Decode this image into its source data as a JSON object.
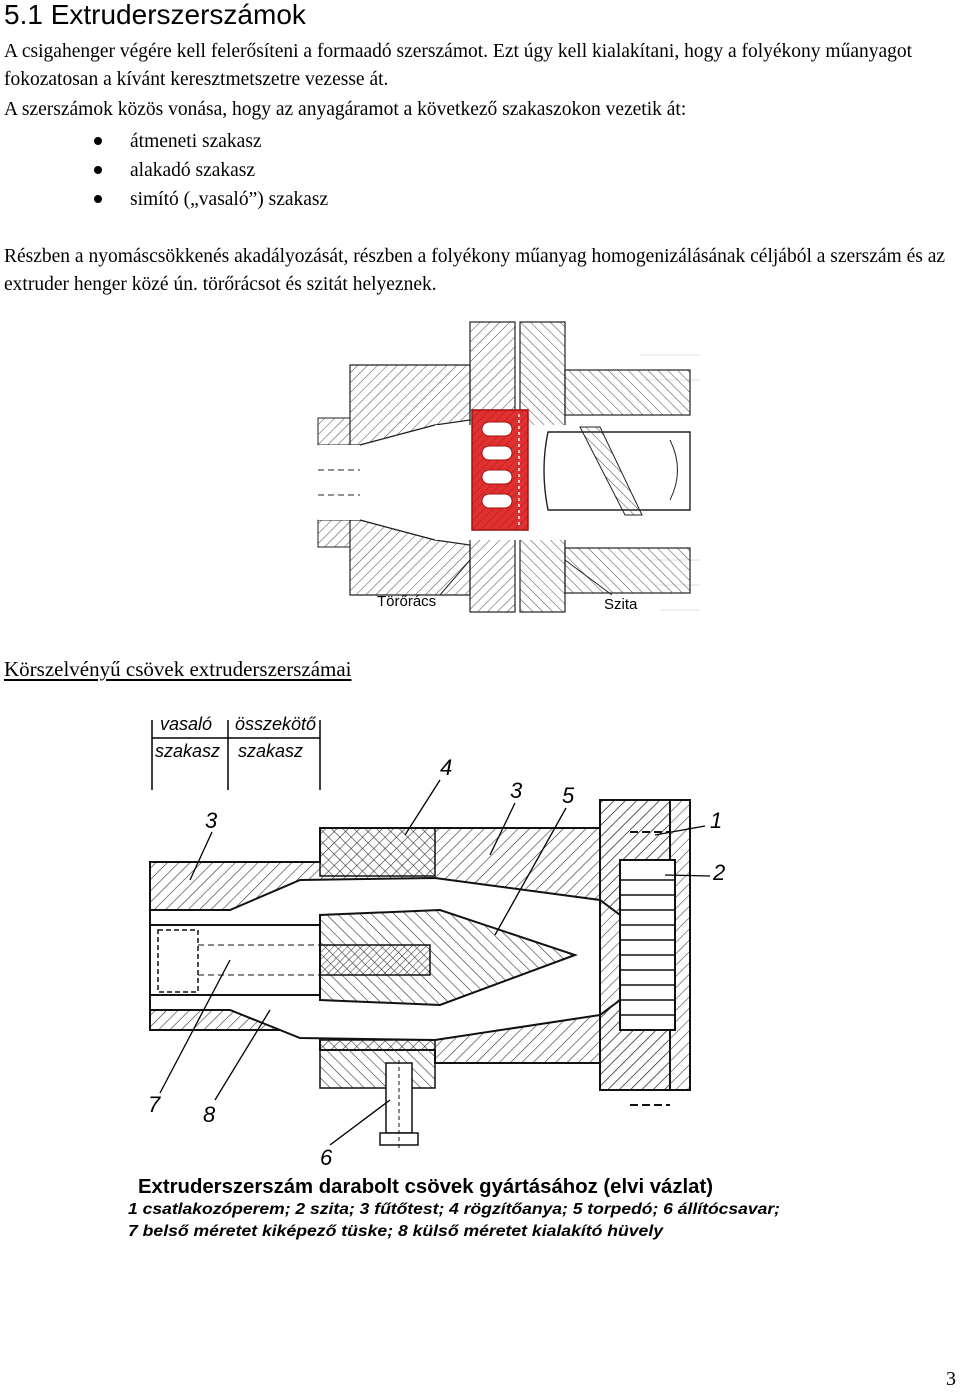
{
  "heading": "5.1 Extruderszerszámok",
  "intro_paragraph": "A csigahenger végére kell felerősíteni a formaadó szerszámot. Ezt úgy kell kialakítani, hogy a folyékony műanyagot fokozatosan a kívánt keresztmetszetre vezesse át.",
  "stages_intro": "A szerszámok közös vonása, hogy az anyagáramot a következő szakaszokon vezetik át:",
  "stages": [
    "átmeneti szakasz",
    "alakadó szakasz",
    "simító („vasaló”) szakasz"
  ],
  "body_paragraph": "Részben a nyomáscsökkenés akadályozását, részben a folyékony műanyag homogenizálásának céljából a szerszám és az extruder henger közé ún. törőrácsot és szitát helyeznek.",
  "figure1": {
    "labels": {
      "breaker_plate": "Törőrács",
      "screen": "Szita"
    },
    "colors": {
      "highlight": "#e03030",
      "hatch": "#444444"
    }
  },
  "section_heading": "Körszelvényű csövek extruderszerszámai",
  "figure2": {
    "zone_labels": {
      "ironing_top": "vasaló",
      "ironing_bottom": "szakasz",
      "connecting_top": "összekötő",
      "connecting_bottom": "szakasz"
    },
    "callouts": [
      "3",
      "4",
      "3",
      "5",
      "1",
      "2",
      "7",
      "8",
      "6"
    ],
    "caption_title": "Extruderszerszám darabolt csövek gyártásához (elvi vázlat)",
    "legend_line1": "1 csatlakozóperem; 2 szita; 3 fűtőtest; 4 rögzítőanya; 5 torpedó; 6 állítócsavar;",
    "legend_line2": "7 belső méretet kiképező tüske; 8 külső méretet kialakító hüvely"
  },
  "page_number": "3"
}
